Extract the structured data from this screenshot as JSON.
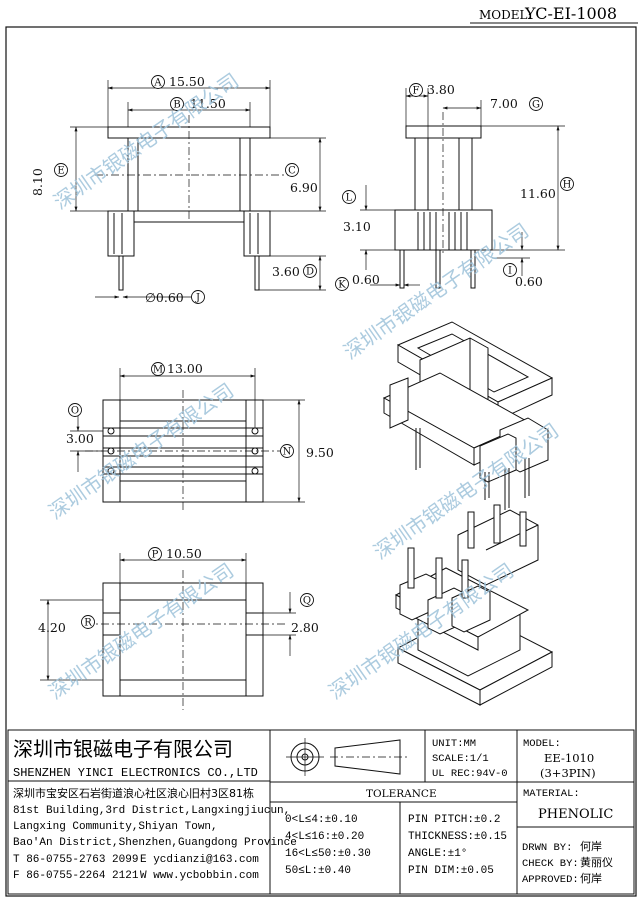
{
  "model_label": "MODEL:",
  "model_value": "YC-EI-1008",
  "watermark_text": "深圳市银磁电子有限公司",
  "dims": {
    "A": "15.50",
    "B": "11.50",
    "C": "6.90",
    "D": "3.60",
    "E": "8.10",
    "F": "3.80",
    "G": "7.00",
    "H": "11.60",
    "I": "0.60",
    "J": "∅0.60",
    "K": "0.60",
    "L": "3.10",
    "M": "13.00",
    "N": "9.50",
    "O": "3.00",
    "P": "10.50",
    "Q": "2.80",
    "R": "4.20"
  },
  "title_block": {
    "company_cn": "深圳市银磁电子有限公司",
    "company_en": "SHENZHEN YINCI ELECTRONICS CO.,LTD",
    "address_cn": "深圳市宝安区石岩街道浪心社区浪心旧村3区81栋",
    "address_en_1": "81st Building,3rd District,Langxingjiucun,",
    "address_en_2": "Langxing Community,Shiyan Town,",
    "address_en_3": "Bao'An District,Shenzhen,Guangdong Province",
    "tel": "T 86-0755-2763 2099",
    "email": "E ycdianzi@163.com",
    "fax": "F 86-0755-2264 2121",
    "web": "W www.ycbobbin.com",
    "unit": "UNIT:MM",
    "scale": "SCALE:1/1",
    "ul": "UL REC:94V-0",
    "model_label": "MODEL:",
    "model_value": "EE-1010",
    "model_pins": "(3+3PIN)",
    "material_label": "MATERIAL:",
    "material_value": "PHENOLIC",
    "tolerance_title": "TOLERANCE",
    "tol_left": [
      "0<L≤4:±0.10",
      "4<L≤16:±0.20",
      "16<L≤50:±0.30",
      "50≤L:±0.40"
    ],
    "tol_right": [
      "PIN PITCH:±0.2",
      "THICKNESS:±0.15",
      "ANGLE:±1°",
      "PIN DIM:±0.05"
    ],
    "drawn_label": "DRWN BY:",
    "drawn_value": "何岸",
    "check_label": "CHECK BY:",
    "check_value": "黄丽仪",
    "approved_label": "APPROVED:",
    "approved_value": "何岸"
  }
}
